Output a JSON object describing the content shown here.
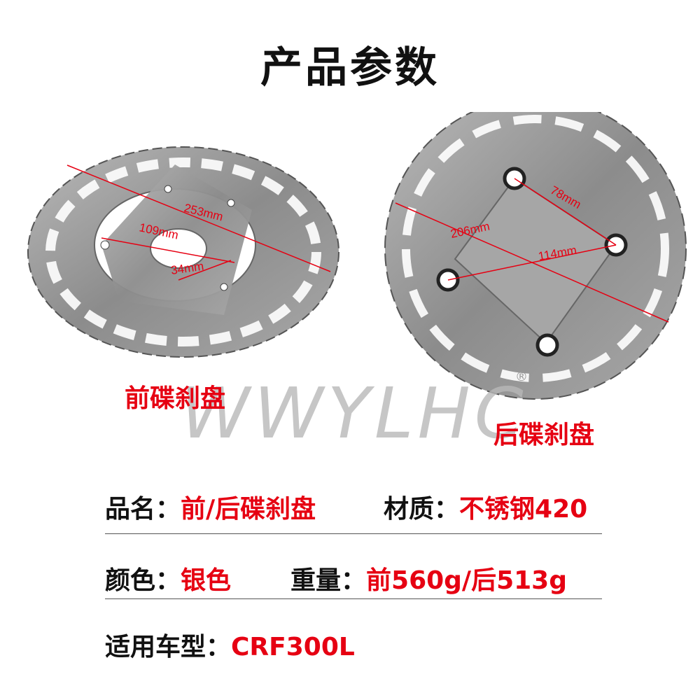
{
  "title": "产品参数",
  "front_disc": {
    "label": "前碟刹盘",
    "dims": {
      "outer": "253mm",
      "mid": "109mm",
      "hole": "34mm"
    }
  },
  "rear_disc": {
    "label": "后碟刹盘",
    "dims": {
      "outer": "206mm",
      "mid": "114mm",
      "bolt": "78mm"
    }
  },
  "watermark": {
    "text": "WWYLHC",
    "reg": "®"
  },
  "specs": {
    "name_label": "品名：",
    "name_value": "前/后碟刹盘",
    "material_label": "材质：",
    "material_value": "不锈钢420",
    "color_label": "颜色：",
    "color_value": "银色",
    "weight_label": "重量：",
    "weight_value": "前560g/后513g",
    "model_label": "适用车型：",
    "model_value": "CRF300L"
  },
  "colors": {
    "accent": "#e60012",
    "disc": "#9a9a9a",
    "text": "#111111"
  }
}
